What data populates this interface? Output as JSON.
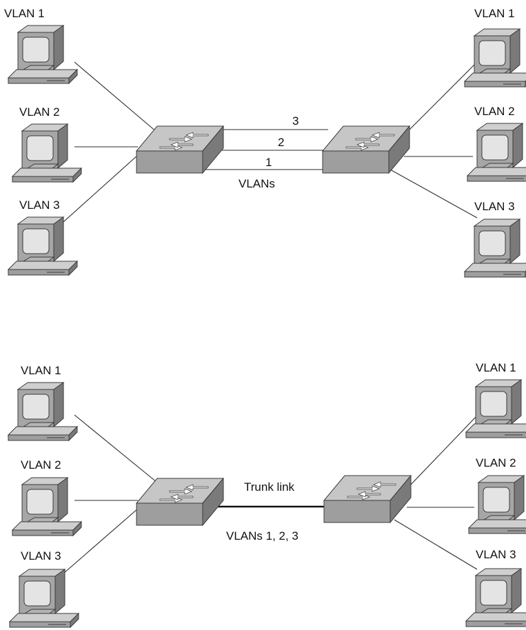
{
  "top_diagram": {
    "left_hosts": [
      {
        "label": "VLAN 1"
      },
      {
        "label": "VLAN 2"
      },
      {
        "label": "VLAN 3"
      }
    ],
    "right_hosts": [
      {
        "label": "VLAN 1"
      },
      {
        "label": "VLAN 2"
      },
      {
        "label": "VLAN 3"
      }
    ],
    "links": [
      {
        "label": "3"
      },
      {
        "label": "2"
      },
      {
        "label": "1"
      }
    ],
    "caption": "VLANs"
  },
  "bottom_diagram": {
    "left_hosts": [
      {
        "label": "VLAN 1"
      },
      {
        "label": "VLAN 2"
      },
      {
        "label": "VLAN 3"
      }
    ],
    "right_hosts": [
      {
        "label": "VLAN 1"
      },
      {
        "label": "VLAN 2"
      },
      {
        "label": "VLAN 3"
      }
    ],
    "trunk_label": "Trunk link",
    "caption": "VLANs 1, 2, 3"
  },
  "colors": {
    "device_top": "#c6c6c6",
    "device_front": "#9e9e9e",
    "device_side": "#7a7a7a",
    "screen": "#e4e4e4"
  }
}
